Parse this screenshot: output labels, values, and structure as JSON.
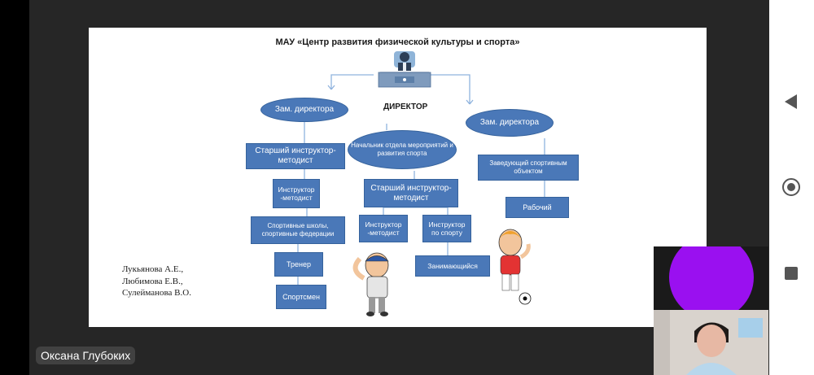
{
  "slide": {
    "title": "МАУ «Центр развития физической культуры и спорта»",
    "director": "ДИРЕКТОР",
    "deputy_left": "Зам. директора",
    "deputy_right": "Зам. директора",
    "dept_head": "Начальник отдела мероприятий и развития спорта",
    "senior_left": "Старший инструктор-методист",
    "senior_middle": "Старший инструктор-методист",
    "instructor_left": "Инструктор -методист",
    "instructor_mid_left": "Инструктор -методист",
    "instructor_mid_right": "Инструктор по спорту",
    "schools": "Спортивные школы, спортивные федерации",
    "coach": "Тренер",
    "athlete": "Спортсмен",
    "trainee": "Занимающийся",
    "facility_head": "Заведующий спортивным объектом",
    "worker": "Рабочий",
    "authors": [
      "Лукьянова А.Е.,",
      "Любимова Е.В.,",
      "Сулейманова В.О."
    ]
  },
  "call": {
    "participant_name": "Оксана Глубоких"
  },
  "icons": {
    "director_desk": "director-desk-icon",
    "coach_cartoon": "coach-cartoon-icon",
    "boy_cartoon": "boy-football-cartoon-icon",
    "back": "back-triangle-icon",
    "home": "home-circle-icon",
    "recents": "recents-square-icon"
  },
  "colors": {
    "node_fill": "#4a78b8",
    "node_border": "#35629c",
    "connector": "#8fb3de",
    "avatar_purple": "#9a10f0"
  }
}
